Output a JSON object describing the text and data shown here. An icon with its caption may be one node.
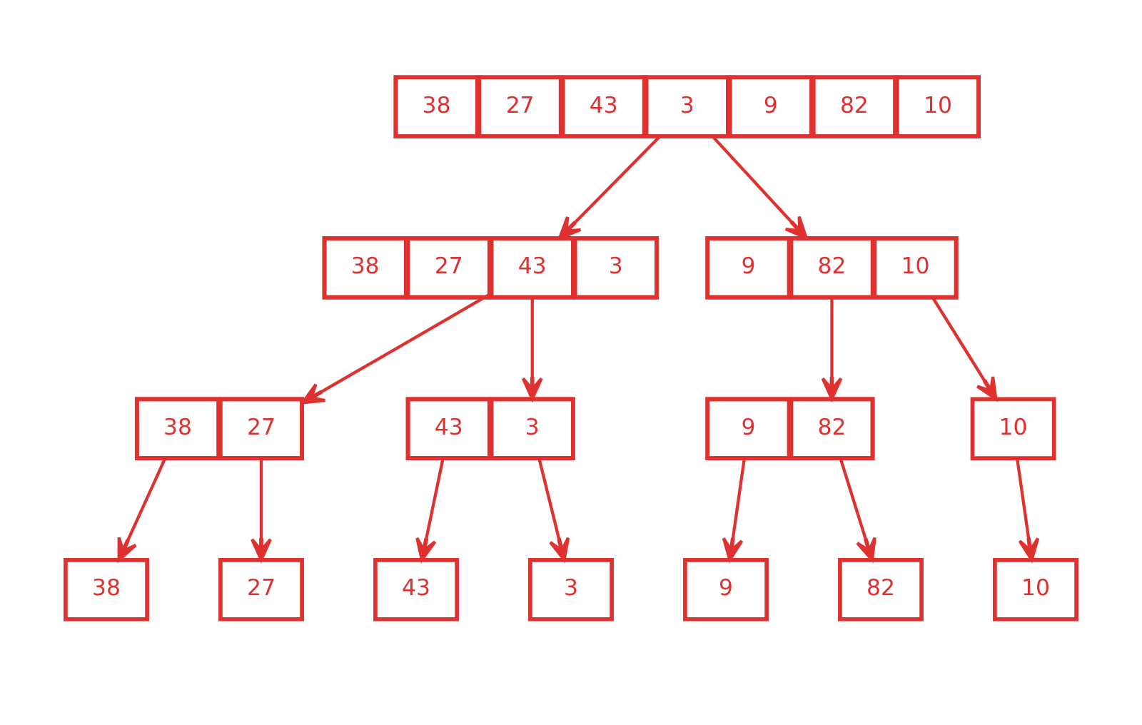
{
  "diagram": {
    "nodes": [
      {
        "text": [],
        "shape": "box"
      },
      {
        "text": [
          "38"
        ],
        "in": 0
      },
      {
        "text": [
          "27"
        ],
        "in": 0
      },
      {
        "text": [
          "43"
        ],
        "in": 0
      },
      {
        "text": [
          "3"
        ],
        "in": 0
      },
      {
        "text": [
          "9"
        ],
        "in": 0
      },
      {
        "text": [
          "82"
        ],
        "in": 0
      },
      {
        "text": [
          "10"
        ],
        "in": 0
      },
      {
        "text": [],
        "shape": "box"
      },
      {
        "text": [
          "38"
        ],
        "in": 8
      },
      {
        "text": [
          "27"
        ],
        "in": 8
      },
      {
        "text": [
          "43"
        ],
        "in": 8
      },
      {
        "text": [
          "3"
        ],
        "in": 8
      },
      {
        "text": [],
        "shape": "box"
      },
      {
        "text": [
          "9"
        ],
        "in": 13
      },
      {
        "text": [
          "82"
        ],
        "in": 13
      },
      {
        "text": [
          "10"
        ],
        "in": 13
      },
      {
        "text": [],
        "shape": "box"
      },
      {
        "text": [
          "38"
        ],
        "in": 17
      },
      {
        "text": [
          "27"
        ],
        "in": 17
      },
      {
        "text": [],
        "shape": "box"
      },
      {
        "text": [
          "43"
        ],
        "in": 20
      },
      {
        "text": [
          "3"
        ],
        "in": 20
      },
      {
        "text": [],
        "shape": "box"
      },
      {
        "text": [
          "9"
        ],
        "in": 23
      },
      {
        "text": [
          "82"
        ],
        "in": 23
      },
      {
        "text": [
          "10"
        ]
      },
      {
        "text": [
          "38"
        ]
      },
      {
        "text": [
          "27"
        ]
      },
      {
        "text": [
          "43"
        ]
      },
      {
        "text": [
          "3"
        ]
      },
      {
        "text": [
          "9"
        ]
      },
      {
        "text": [
          "82"
        ]
      },
      {
        "text": [
          "10"
        ]
      }
    ],
    "edges": [
      {
        "from": 0,
        "to": 8,
        "arrow": "to"
      },
      {
        "from": 0,
        "to": 13,
        "arrow": "to"
      },
      {
        "from": 8,
        "to": 17,
        "arrow": "to"
      },
      {
        "from": 8,
        "to": 20,
        "arrow": "to"
      },
      {
        "from": 13,
        "to": 23,
        "arrow": "to"
      },
      {
        "from": 16,
        "to": 26,
        "arrow": "to"
      },
      {
        "from": 18,
        "to": 27,
        "arrow": "to"
      },
      {
        "from": 19,
        "to": 28,
        "arrow": "to"
      },
      {
        "from": 21,
        "to": 29,
        "arrow": "to"
      },
      {
        "from": 22,
        "to": 30,
        "arrow": "to"
      },
      {
        "from": 24,
        "to": 31,
        "arrow": "to"
      },
      {
        "from": 25,
        "to": 32,
        "arrow": "to"
      },
      {
        "from": 26,
        "to": 33,
        "arrow": "to"
      }
    ]
  }
}
